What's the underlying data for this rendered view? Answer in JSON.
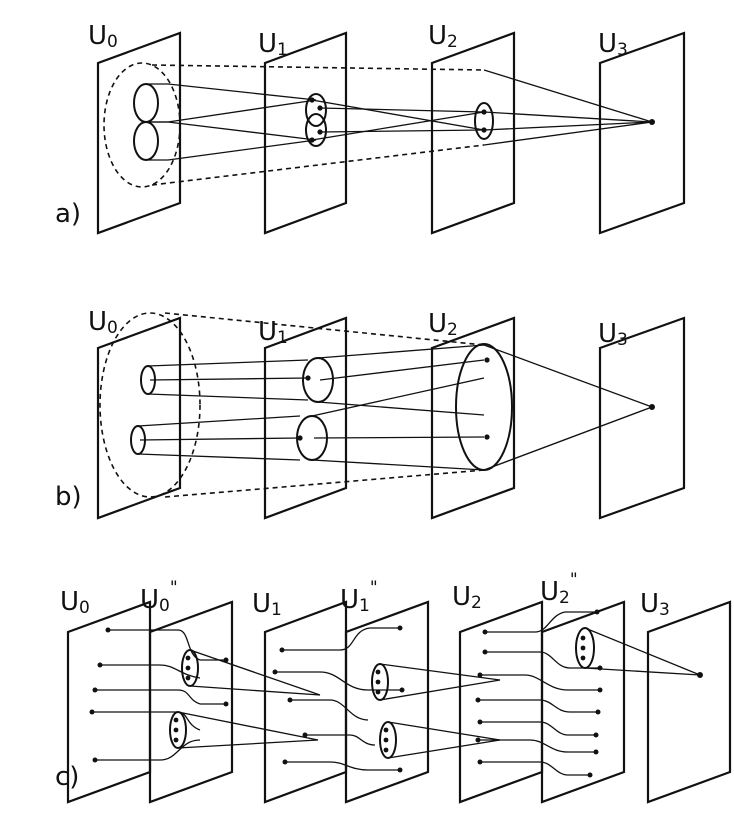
{
  "panels": [
    {
      "id": "a",
      "label": "a)",
      "planes": [
        {
          "base": "U",
          "sub": "0",
          "prime": ""
        },
        {
          "base": "U",
          "sub": "1",
          "prime": ""
        },
        {
          "base": "U",
          "sub": "2",
          "prime": ""
        },
        {
          "base": "U",
          "sub": "3",
          "prime": ""
        }
      ]
    },
    {
      "id": "b",
      "label": "b)",
      "planes": [
        {
          "base": "U",
          "sub": "0",
          "prime": ""
        },
        {
          "base": "U",
          "sub": "1",
          "prime": ""
        },
        {
          "base": "U",
          "sub": "2",
          "prime": ""
        },
        {
          "base": "U",
          "sub": "3",
          "prime": ""
        }
      ]
    },
    {
      "id": "c",
      "label": "c)",
      "planes": [
        {
          "base": "U",
          "sub": "0",
          "prime": ""
        },
        {
          "base": "U",
          "sub": "0",
          "prime": "\""
        },
        {
          "base": "U",
          "sub": "1",
          "prime": ""
        },
        {
          "base": "U",
          "sub": "1",
          "prime": "\""
        },
        {
          "base": "U",
          "sub": "2",
          "prime": ""
        },
        {
          "base": "U",
          "sub": "2",
          "prime": "\""
        },
        {
          "base": "U",
          "sub": "3",
          "prime": ""
        }
      ]
    }
  ]
}
